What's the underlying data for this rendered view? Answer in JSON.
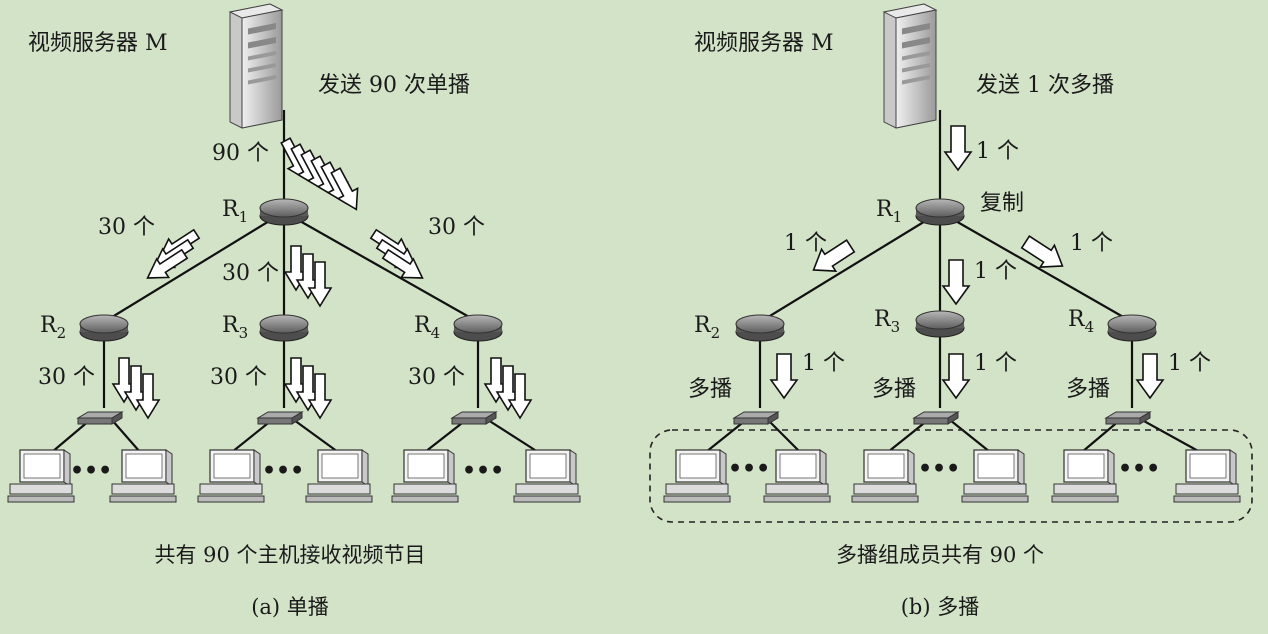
{
  "panel_a": {
    "server_label": "视频服务器 M",
    "send_label": "发送 90 次单播",
    "top_count": "90 个",
    "r1_left_count": "30 个",
    "r1_right_count": "30 个",
    "r1_down_count": "30 个",
    "r2_down_count": "30 个",
    "r3_down_count": "30 个",
    "r4_down_count": "30 个",
    "router_labels": [
      "R",
      "R",
      "R",
      "R"
    ],
    "router_subscripts": [
      "1",
      "2",
      "3",
      "4"
    ],
    "ellipsis": "•••",
    "caption": "共有 90 个主机接收视频节目",
    "title": "(a) 单播"
  },
  "panel_b": {
    "server_label": "视频服务器 M",
    "send_label": "发送 1 次多播",
    "top_count": "1 个",
    "replicate_label": "复制",
    "r1_left_count": "1 个",
    "r1_right_count": "1 个",
    "r1_down_count": "1 个",
    "r2_down_count": "1 个",
    "r3_down_count": "1 个",
    "r4_down_count": "1 个",
    "multicast_labels": [
      "多播",
      "多播",
      "多播"
    ],
    "router_labels": [
      "R",
      "R",
      "R",
      "R"
    ],
    "router_subscripts": [
      "1",
      "2",
      "3",
      "4"
    ],
    "ellipsis": "•••",
    "caption": "多播组成员共有 90 个",
    "title": "(b) 多播"
  },
  "colors": {
    "background": "#d3e3c8",
    "line": "#111111",
    "router": "#7c7c7c",
    "arrow_fill": "#ffffff"
  }
}
